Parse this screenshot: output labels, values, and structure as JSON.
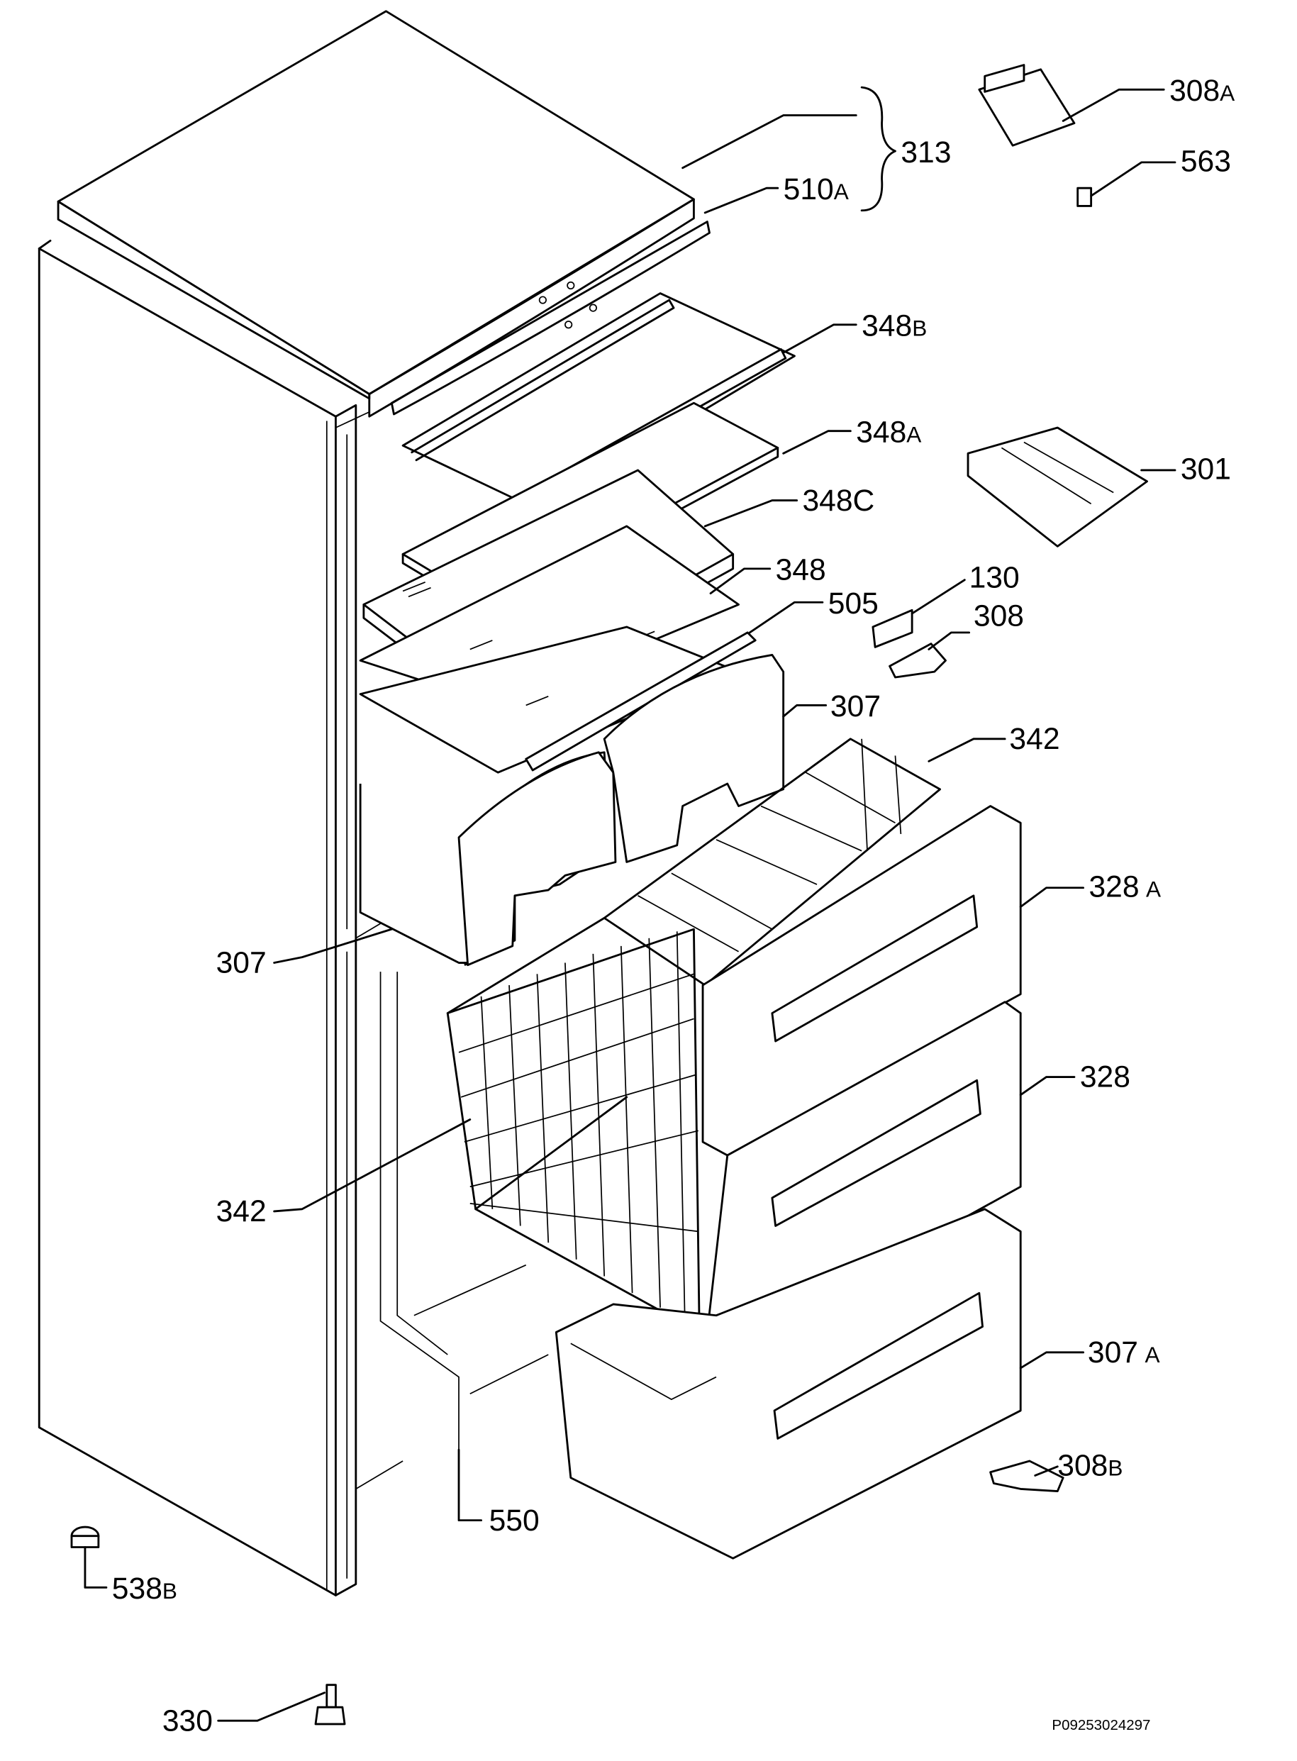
{
  "diagram": {
    "title": "Refrigerator cabinet exploded parts view",
    "drawing_number": "P09253024297",
    "parts": [
      {
        "num": "308",
        "suffix": "A"
      },
      {
        "num": "313",
        "suffix": ""
      },
      {
        "num": "563",
        "suffix": ""
      },
      {
        "num": "510",
        "suffix": "A"
      },
      {
        "num": "348",
        "suffix": "B"
      },
      {
        "num": "348",
        "suffix": "A"
      },
      {
        "num": "301",
        "suffix": ""
      },
      {
        "num": "348C",
        "suffix": ""
      },
      {
        "num": "348",
        "suffix": ""
      },
      {
        "num": "130",
        "suffix": ""
      },
      {
        "num": "505",
        "suffix": ""
      },
      {
        "num": "308",
        "suffix": ""
      },
      {
        "num": "307",
        "suffix": ""
      },
      {
        "num": "342",
        "suffix": ""
      },
      {
        "num": "328",
        "suffix": "A"
      },
      {
        "num": "307",
        "suffix": ""
      },
      {
        "num": "328",
        "suffix": ""
      },
      {
        "num": "342",
        "suffix": ""
      },
      {
        "num": "307",
        "suffix": "A"
      },
      {
        "num": "308",
        "suffix": "B"
      },
      {
        "num": "550",
        "suffix": ""
      },
      {
        "num": "538",
        "suffix": "B"
      },
      {
        "num": "330",
        "suffix": ""
      }
    ]
  }
}
